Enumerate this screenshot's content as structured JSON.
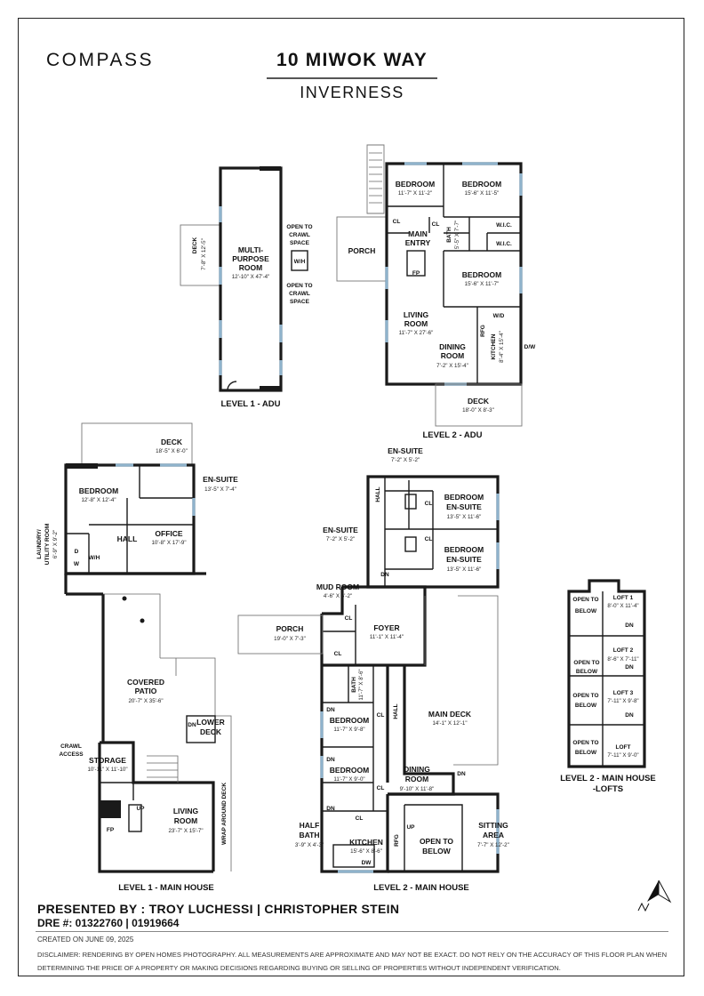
{
  "header": {
    "brand": "COMPASS",
    "address": "10 MIWOK WAY",
    "city": "INVERNESS"
  },
  "levels": {
    "l1_adu": "LEVEL 1 - ADU",
    "l2_adu": "LEVEL 2 - ADU",
    "l1_main": "LEVEL 1 - MAIN HOUSE",
    "l2_main": "LEVEL 2 - MAIN HOUSE",
    "l2_lofts_a": "LEVEL 2 - MAIN HOUSE",
    "l2_lofts_b": "-LOFTS"
  },
  "adu1": {
    "deck": "DECK",
    "deck_dim": "7'-8\" X 12'-5\"",
    "mp1": "MULTI-",
    "mp2": "PURPOSE",
    "mp3": "ROOM",
    "mp_dim": "12'-10\" X 47'-4\"",
    "open1a": "OPEN TO",
    "open1b": "CRAWL",
    "open1c": "SPACE",
    "open2a": "OPEN TO",
    "open2b": "CRAWL",
    "open2c": "SPACE",
    "wh": "W/H"
  },
  "adu2": {
    "bed1": "BEDROOM",
    "bed1_dim": "11'-7\" X 11'-2\"",
    "bed2": "BEDROOM",
    "bed2_dim": "15'-6\" X 11'-5\"",
    "porch": "PORCH",
    "cl1": "CL",
    "cl2": "CL",
    "entry1": "MAIN",
    "entry2": "ENTRY",
    "bath": "BATH",
    "bath_dim": "5'-5\" X 7'-7\"",
    "wic1": "W.I.C.",
    "wic2": "W.I.C.",
    "fp": "FP",
    "bed3": "BEDROOM",
    "bed3_dim": "15'-6\" X 11'-7\"",
    "living1": "LIVING",
    "living2": "ROOM",
    "living_dim": "11'-7\" X 27'-6\"",
    "wd": "W/D",
    "rfg": "RFG",
    "kitchen": "KITCHEN",
    "kitchen_dim": "8'-4\" X 15'-4\"",
    "dw": "D/W",
    "dining1": "DINING",
    "dining2": "ROOM",
    "dining_dim": "7'-2\" X 15'-4\"",
    "deck": "DECK",
    "deck_dim": "18'-0\" X 8'-3\""
  },
  "main1": {
    "deck": "DECK",
    "deck_dim": "18'-5\" X 6'-0\"",
    "bedroom": "BEDROOM",
    "bedroom_dim": "12'-8\" X 12'-4\"",
    "ensuite": "EN-SUITE",
    "ensuite_dim": "13'-5\" X 7'-4\"",
    "office": "OFFICE",
    "office_dim": "10'-8\" X 17'-9\"",
    "hall": "HALL",
    "laundry1": "LAUNDRY/",
    "laundry2": "UTILITY ROOM",
    "laundry_dim": "6'-9\" X 9'-2\"",
    "d": "D",
    "w": "W",
    "wh": "W/H",
    "patio1": "COVERED",
    "patio2": "PATIO",
    "patio_dim": "20'-7\" X 35'-6\"",
    "lowerdeck1": "LOWER",
    "lowerdeck2": "DECK",
    "crawl1": "CRAWL",
    "crawl2": "ACCESS",
    "storage": "STORAGE",
    "storage_dim": "10'-11\" X 11'-10\"",
    "living1": "LIVING",
    "living2": "ROOM",
    "living_dim": "23'-7\" X 15'-7\"",
    "fp": "FP",
    "up": "UP",
    "dn": "DN",
    "wrap": "WRAP AROUND DECK"
  },
  "main2": {
    "ensuite_top": "EN-SUITE",
    "ensuite_top_dim": "7'-2\" X 5'-2\"",
    "bed_a1": "BEDROOM",
    "bed_a2": "EN-SUITE",
    "bed_a_dim": "13'-5\" X 11'-6\"",
    "bed_b1": "BEDROOM",
    "bed_b2": "EN-SUITE",
    "bed_b_dim": "13'-5\" X 11'-6\"",
    "ensuite_mid": "EN-SUITE",
    "ensuite_mid_dim": "7'-2\" X 5'-2\"",
    "hall_top": "HALL",
    "cl_a": "CL",
    "cl_b": "CL",
    "dn_a": "DN",
    "mudroom": "MUD ROOM",
    "mudroom_dim": "4'-6\" X 6'-2\"",
    "porch": "PORCH",
    "porch_dim": "19'-0\" X 7'-3\"",
    "foyer": "FOYER",
    "foyer_dim": "11'-1\" X 11'-4\"",
    "cl_c": "CL",
    "cl_d": "CL",
    "bath": "BATH",
    "bath_dim": "11'-7\" X 8'-6\"",
    "hall_mid": "HALL",
    "cl_e": "CL",
    "bed_c": "BEDROOM",
    "bed_c_dim": "11'-7\" X 9'-8\"",
    "maindeck": "MAIN DECK",
    "maindeck_dim": "14'-1\" X 12'-1\"",
    "bed_d": "BEDROOM",
    "bed_d_dim": "11'-7\" X 9'-0\"",
    "dining1": "DINING",
    "dining2": "ROOM",
    "dining_dim": "9'-10\" X 11'-8\"",
    "cl_f": "CL",
    "cl_g": "CL",
    "halfbath1": "HALF",
    "halfbath2": "BATH",
    "halfbath_dim": "3'-9\" X 4'-3\"",
    "kitchen": "KITCHEN",
    "kitchen_dim": "15'-6\" X 8'-6\"",
    "rfg": "RFG",
    "dw": "DW",
    "below1": "OPEN TO",
    "below2": "BELOW",
    "sitting1": "SITTING",
    "sitting2": "AREA",
    "sitting_dim": "7'-7\" X 12'-2\"",
    "dn_b": "DN",
    "dn_c": "DN",
    "dn_d": "DN",
    "up": "UP",
    "dn_e": "DN"
  },
  "lofts": {
    "ob1a": "OPEN TO",
    "ob1b": "BELOW",
    "loft1": "LOFT 1",
    "loft1_dim": "8'-0\" X 11'-4\"",
    "ob2a": "OPEN TO",
    "ob2b": "BELOW",
    "loft2": "LOFT 2",
    "loft2_dim": "8'-6\" X 7'-11\"",
    "ob3a": "OPEN TO",
    "ob3b": "BELOW",
    "loft3": "LOFT 3",
    "loft3_dim": "7'-11\" X 9'-8\"",
    "ob4a": "OPEN TO",
    "ob4b": "BELOW",
    "loft": "LOFT",
    "loft_dim": "7'-11\" X 9'-0\"",
    "dn1": "DN",
    "dn2": "DN",
    "dn3": "DN"
  },
  "footer": {
    "presented": "PRESENTED BY : TROY LUCHESSI | CHRISTOPHER STEIN",
    "dre": "DRE #: 01322760 | 01919664",
    "created": "CREATED ON JUNE 09, 2025",
    "disclaimer": "DISCLAIMER: RENDERING BY OPEN HOMES PHOTOGRAPHY. ALL MEASUREMENTS ARE APPROXIMATE AND MAY NOT BE EXACT. DO NOT RELY ON THE ACCURACY OF THIS FLOOR PLAN WHEN DETERMINING THE PRICE OF A PROPERTY OR MAKING DECISIONS REGARDING BUYING OR SELLING OF PROPERTIES WITHOUT INDEPENDENT VERIFICATION."
  },
  "colors": {
    "wall": "#1a1a1a",
    "window": "#8fb3cc",
    "line": "#444444"
  }
}
